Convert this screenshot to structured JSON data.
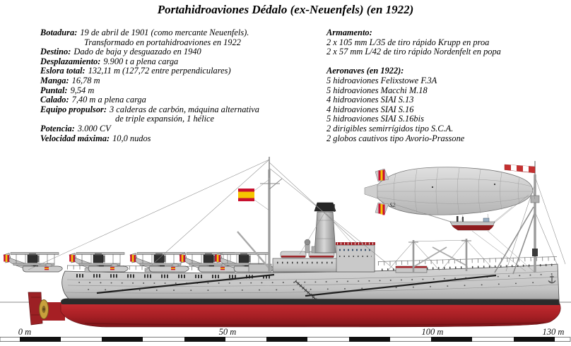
{
  "title": "Portahidroaviones Dédalo (ex-Neuenfels) (en 1922)",
  "specs": [
    {
      "label": "Botadura:",
      "text": "19 de abril de 1901 (como mercante Neuenfels).",
      "cont": "Transformado en portahidroaviones en 1922"
    },
    {
      "label": "Destino:",
      "text": "Dado de baja y desguazado en 1940"
    },
    {
      "label": "Desplazamiento:",
      "text": "9.900 t a plena carga"
    },
    {
      "label": "Eslora total:",
      "text": "132,11 m (127,72 entre perpendiculares)"
    },
    {
      "label": "Manga:",
      "text": "16,78 m"
    },
    {
      "label": "Puntal:",
      "text": "9,54 m"
    },
    {
      "label": "Calado:",
      "text": "7,40 m a plena carga"
    },
    {
      "label": "Equipo propulsor:",
      "text": "3 calderas de carbón, máquina alternativa",
      "cont": "de triple expansión, 1 hélice"
    },
    {
      "label": "Potencia:",
      "text": "3.000 CV"
    },
    {
      "label": "Velocidad máxima:",
      "text": "10,0 nudos"
    }
  ],
  "armament": {
    "header": "Armamento:",
    "items": [
      "2 x 105 mm L/35 de tiro rápido Krupp en proa",
      "2 x 57 mm L/42 de tiro rápido Nordenfelt en popa"
    ]
  },
  "aircraft": {
    "header": "Aeronaves (en 1922):",
    "items": [
      "5 hidroaviones Felixstowe F.3A",
      "5 hidroaviones Macchi M.18",
      "4 hidroaviones SIAI S.13",
      "4 hidroaviones SIAI S.16",
      "5 hidroaviones SIAI S.16bis",
      "2 dirigibles semirrígidos tipo S.C.A.",
      "2 globos cautivos tipo Avorio-Prassone"
    ]
  },
  "airship": {
    "marking": "S2"
  },
  "scale": {
    "labels": [
      {
        "text": "0 m"
      },
      {
        "text": "50 m"
      },
      {
        "text": "100 m"
      },
      {
        "text": "130 m"
      }
    ]
  },
  "colors": {
    "hull_grey": "#c8c8c8",
    "hull_red": "#b32428",
    "boot_black": "#2b2b2b",
    "flag_red": "#c8102e",
    "flag_yellow": "#f6c500",
    "accent_red": "#a22228",
    "propeller_gold": "#c8a03c",
    "windsock_red": "#c53030"
  }
}
